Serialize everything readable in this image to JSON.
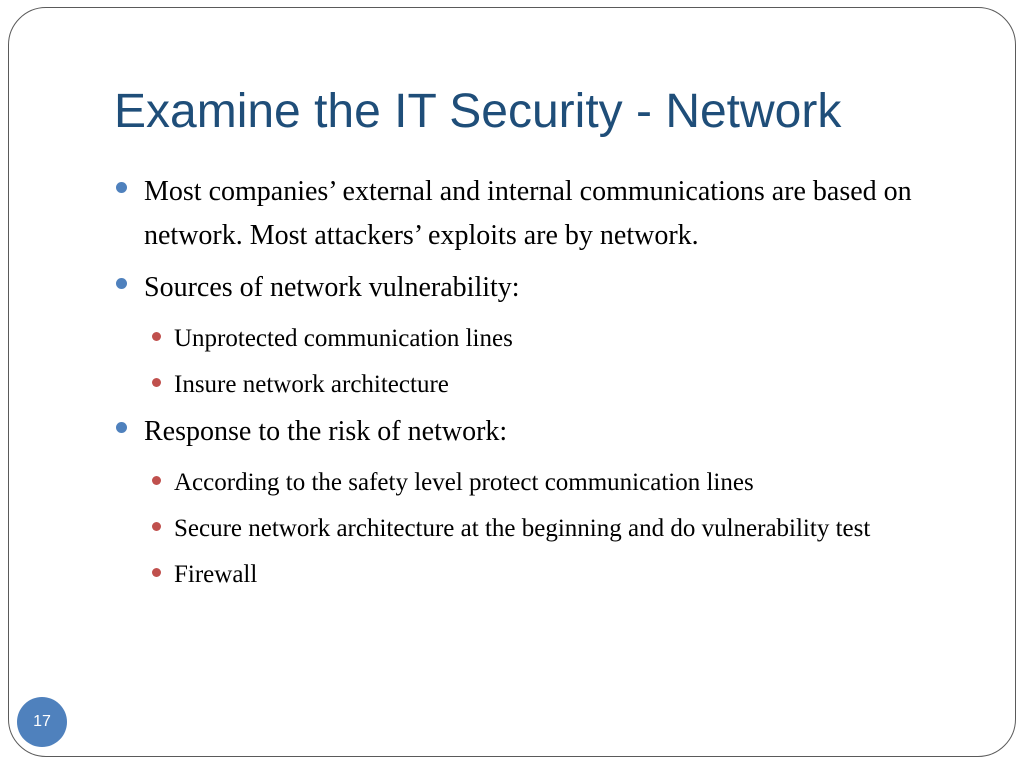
{
  "slide": {
    "title": "Examine the IT Security - Network",
    "page_number": "17",
    "bullets": [
      {
        "text": "Most companies’ external and internal communications are based on network. Most attackers’ exploits are by network.",
        "sub": []
      },
      {
        "text": "Sources of network vulnerability:",
        "sub": [
          "Unprotected communication lines",
          "Insure network architecture"
        ]
      },
      {
        "text": "Response to the risk of network:",
        "sub": [
          "According to the safety level protect communication lines",
          "Secure network architecture at the beginning and do vulnerability test",
          "Firewall"
        ]
      }
    ]
  },
  "colors": {
    "title": "#1f4e79",
    "bullet_level1": "#4f81bd",
    "bullet_level2": "#c0504d",
    "page_badge": "#4f81bd",
    "border": "#5a5a5a"
  }
}
